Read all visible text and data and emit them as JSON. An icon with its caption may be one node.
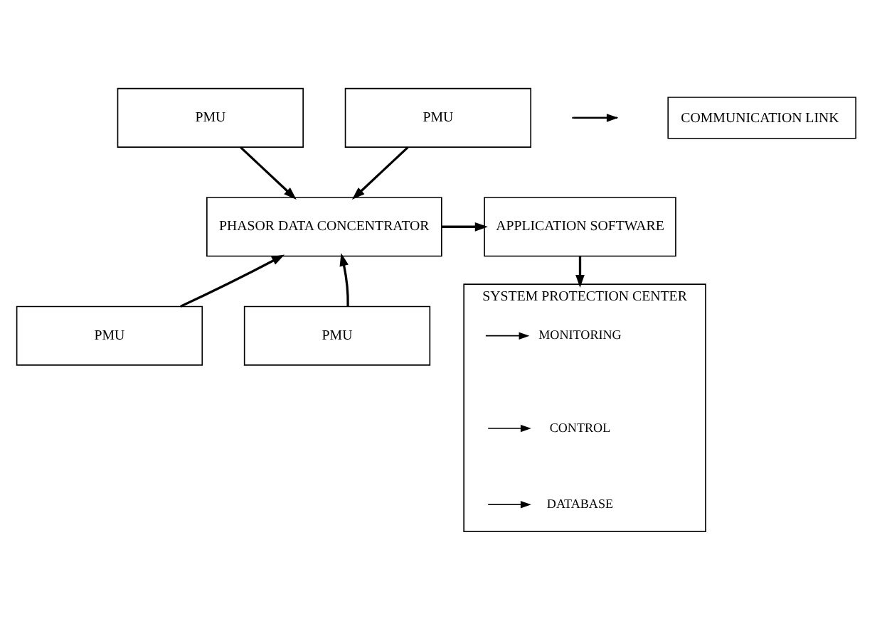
{
  "diagram": {
    "nodes": [
      {
        "text": [
          "PMU"
        ]
      },
      {
        "text": [
          "PMU"
        ]
      },
      {
        "text": [
          "PHASOR DATA CONCENTRATOR"
        ]
      },
      {
        "text": [
          "PMU"
        ]
      },
      {
        "text": [
          "PMU"
        ]
      },
      {
        "text": [
          "APPLICATION SOFTWARE"
        ]
      },
      {
        "text": [
          "SYSTEM PROTECTION CENTER"
        ]
      },
      {
        "text": [
          "MONITORING"
        ],
        "in": 6
      },
      {
        "text": [
          "CONTROL"
        ],
        "in": 6
      },
      {
        "text": [
          "DATABASE"
        ],
        "in": 6
      }
    ],
    "edges": [
      {
        "from": 0,
        "to": 2,
        "arrow": "to"
      },
      {
        "from": 1,
        "to": 2,
        "arrow": "to"
      },
      {
        "from": 3,
        "to": 2,
        "arrow": "to"
      },
      {
        "from": 4,
        "to": 2,
        "arrow": "to"
      },
      {
        "from": 2,
        "to": 5,
        "arrow": "to"
      },
      {
        "from": 5,
        "to": 6,
        "arrow": "to"
      },
      {
        "from": null,
        "to": 7,
        "arrow": "to"
      },
      {
        "from": null,
        "to": 8,
        "arrow": "to"
      },
      {
        "from": null,
        "to": 9,
        "arrow": "to"
      }
    ],
    "legend": [
      {
        "text": "COMMUNICATION LINK"
      }
    ]
  }
}
